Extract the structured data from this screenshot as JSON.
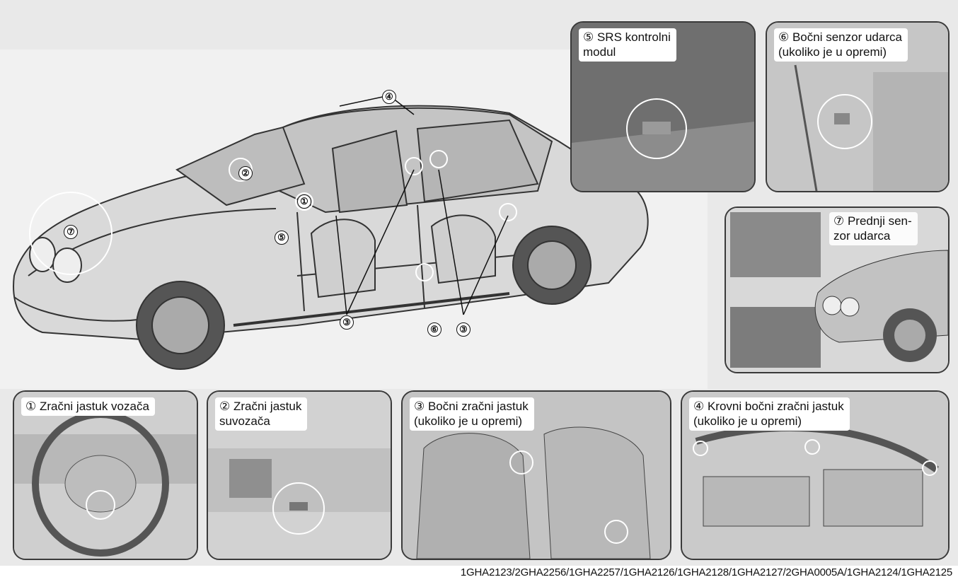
{
  "panels": {
    "srs_module": "⑤ SRS kontrolni\nmodul",
    "side_sensor": "⑥ Bočni senzor udarca\n(ukoliko je u opremi)",
    "front_sensor": "⑦ Prednji sen-\nzor udarca",
    "driver_airbag": "① Zračni jastuk vozača",
    "passenger_airbag": "② Zračni jastuk\nsuvozača",
    "side_airbag": "③ Bočni zračni jastuk\n(ukoliko je u opremi)",
    "curtain_airbag": "④ Krovni bočni zračni jastuk\n(ukoliko je u opremi)"
  },
  "callouts": {
    "c1": "①",
    "c2": "②",
    "c3a": "③",
    "c3b": "③",
    "c4": "④",
    "c5": "⑤",
    "c6": "⑥",
    "c7": "⑦"
  },
  "caption": "1GHA2123/2GHA2256/1GHA2257/1GHA2126/1GHA2128/1GHA2127/2GHA0005A/1GHA2124/1GHA2125"
}
